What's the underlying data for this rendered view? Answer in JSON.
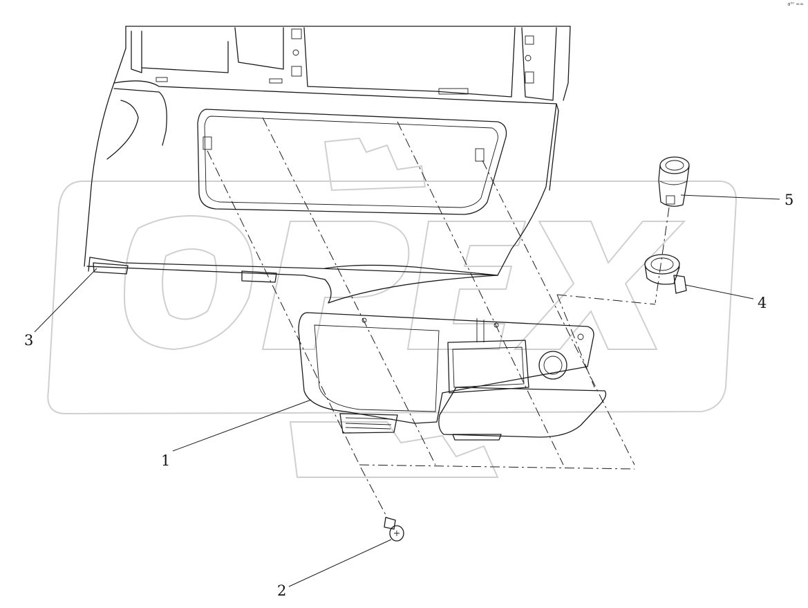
{
  "callouts": [
    {
      "id": "1",
      "label": "1"
    },
    {
      "id": "2",
      "label": "2"
    },
    {
      "id": "3",
      "label": "3"
    },
    {
      "id": "4",
      "label": "4"
    },
    {
      "id": "5",
      "label": "5"
    }
  ],
  "watermark": {
    "text": "OPEX"
  },
  "corner_mark": "a⁰⁰ ∞∞"
}
